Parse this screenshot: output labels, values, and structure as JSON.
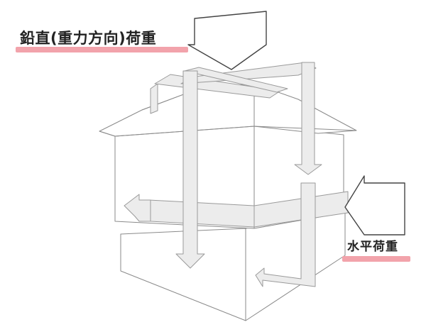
{
  "labels": {
    "vertical_load": "鉛直(重力方向)荷重",
    "horizontal_load": "水平荷重"
  },
  "colors": {
    "background": "#ffffff",
    "outline": "#8a8a8a",
    "wall_fill": "#ffffff",
    "roof_fill": "#ffffff",
    "load_band_fill": "#ececec",
    "band_outline": "#9a9a9a",
    "arrow_outline": "#444444",
    "underline": "#f2a3ab",
    "label_text": "#222222"
  },
  "icons": {
    "vertical_load_arrow": "arrow-down-outline",
    "horizontal_load_arrow": "arrow-left-outline"
  }
}
